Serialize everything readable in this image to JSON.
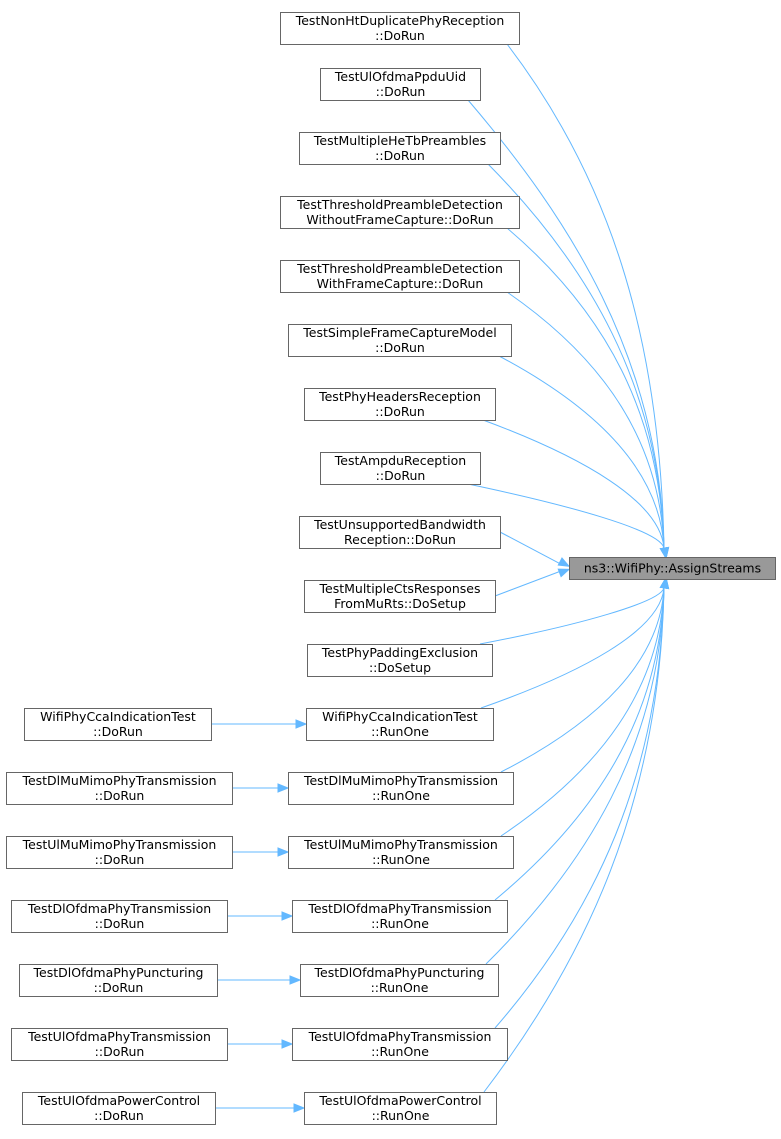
{
  "graph": {
    "target": {
      "id": "target",
      "lines": [
        "ns3::WifiPhy::AssignStreams"
      ]
    },
    "nodes": [
      {
        "id": "n1",
        "lines": [
          "TestNonHtDuplicatePhyReception",
          "::DoRun"
        ]
      },
      {
        "id": "n2",
        "lines": [
          "TestUlOfdmaPpduUid",
          "::DoRun"
        ]
      },
      {
        "id": "n3",
        "lines": [
          "TestMultipleHeTbPreambles",
          "::DoRun"
        ]
      },
      {
        "id": "n4",
        "lines": [
          "TestThresholdPreambleDetection",
          "WithoutFrameCapture::DoRun"
        ]
      },
      {
        "id": "n5",
        "lines": [
          "TestThresholdPreambleDetection",
          "WithFrameCapture::DoRun"
        ]
      },
      {
        "id": "n6",
        "lines": [
          "TestSimpleFrameCaptureModel",
          "::DoRun"
        ]
      },
      {
        "id": "n7",
        "lines": [
          "TestPhyHeadersReception",
          "::DoRun"
        ]
      },
      {
        "id": "n8",
        "lines": [
          "TestAmpduReception",
          "::DoRun"
        ]
      },
      {
        "id": "n9",
        "lines": [
          "TestUnsupportedBandwidth",
          "Reception::DoRun"
        ]
      },
      {
        "id": "n10",
        "lines": [
          "TestMultipleCtsResponses",
          "FromMuRts::DoSetup"
        ]
      },
      {
        "id": "n11",
        "lines": [
          "TestPhyPaddingExclusion",
          "::DoSetup"
        ]
      },
      {
        "id": "n12",
        "lines": [
          "WifiPhyCcaIndicationTest",
          "::RunOne"
        ]
      },
      {
        "id": "n13",
        "lines": [
          "TestDlMuMimoPhyTransmission",
          "::RunOne"
        ]
      },
      {
        "id": "n14",
        "lines": [
          "TestUlMuMimoPhyTransmission",
          "::RunOne"
        ]
      },
      {
        "id": "n15",
        "lines": [
          "TestDlOfdmaPhyTransmission",
          "::RunOne"
        ]
      },
      {
        "id": "n16",
        "lines": [
          "TestDlOfdmaPhyPuncturing",
          "::RunOne"
        ]
      },
      {
        "id": "n17",
        "lines": [
          "TestUlOfdmaPhyTransmission",
          "::RunOne"
        ]
      },
      {
        "id": "n18",
        "lines": [
          "TestUlOfdmaPowerControl",
          "::RunOne"
        ]
      },
      {
        "id": "l12",
        "lines": [
          "WifiPhyCcaIndicationTest",
          "::DoRun"
        ]
      },
      {
        "id": "l13",
        "lines": [
          "TestDlMuMimoPhyTransmission",
          "::DoRun"
        ]
      },
      {
        "id": "l14",
        "lines": [
          "TestUlMuMimoPhyTransmission",
          "::DoRun"
        ]
      },
      {
        "id": "l15",
        "lines": [
          "TestDlOfdmaPhyTransmission",
          "::DoRun"
        ]
      },
      {
        "id": "l16",
        "lines": [
          "TestDlOfdmaPhyPuncturing",
          "::DoRun"
        ]
      },
      {
        "id": "l17",
        "lines": [
          "TestUlOfdmaPhyTransmission",
          "::DoRun"
        ]
      },
      {
        "id": "l18",
        "lines": [
          "TestUlOfdmaPowerControl",
          "::DoRun"
        ]
      }
    ],
    "edges": [
      {
        "from": "n1",
        "to": "target"
      },
      {
        "from": "n2",
        "to": "target"
      },
      {
        "from": "n3",
        "to": "target"
      },
      {
        "from": "n4",
        "to": "target"
      },
      {
        "from": "n5",
        "to": "target"
      },
      {
        "from": "n6",
        "to": "target"
      },
      {
        "from": "n7",
        "to": "target"
      },
      {
        "from": "n8",
        "to": "target"
      },
      {
        "from": "n9",
        "to": "target"
      },
      {
        "from": "n10",
        "to": "target"
      },
      {
        "from": "n11",
        "to": "target"
      },
      {
        "from": "n12",
        "to": "target"
      },
      {
        "from": "n13",
        "to": "target"
      },
      {
        "from": "n14",
        "to": "target"
      },
      {
        "from": "n15",
        "to": "target"
      },
      {
        "from": "n16",
        "to": "target"
      },
      {
        "from": "n17",
        "to": "target"
      },
      {
        "from": "n18",
        "to": "target"
      },
      {
        "from": "l12",
        "to": "n12"
      },
      {
        "from": "l13",
        "to": "n13"
      },
      {
        "from": "l14",
        "to": "n14"
      },
      {
        "from": "l15",
        "to": "n15"
      },
      {
        "from": "l16",
        "to": "n16"
      },
      {
        "from": "l17",
        "to": "n17"
      },
      {
        "from": "l18",
        "to": "n18"
      }
    ],
    "colors": {
      "edge": "#63b8ff",
      "node_border": "#666666",
      "target_fill": "#999999"
    }
  }
}
